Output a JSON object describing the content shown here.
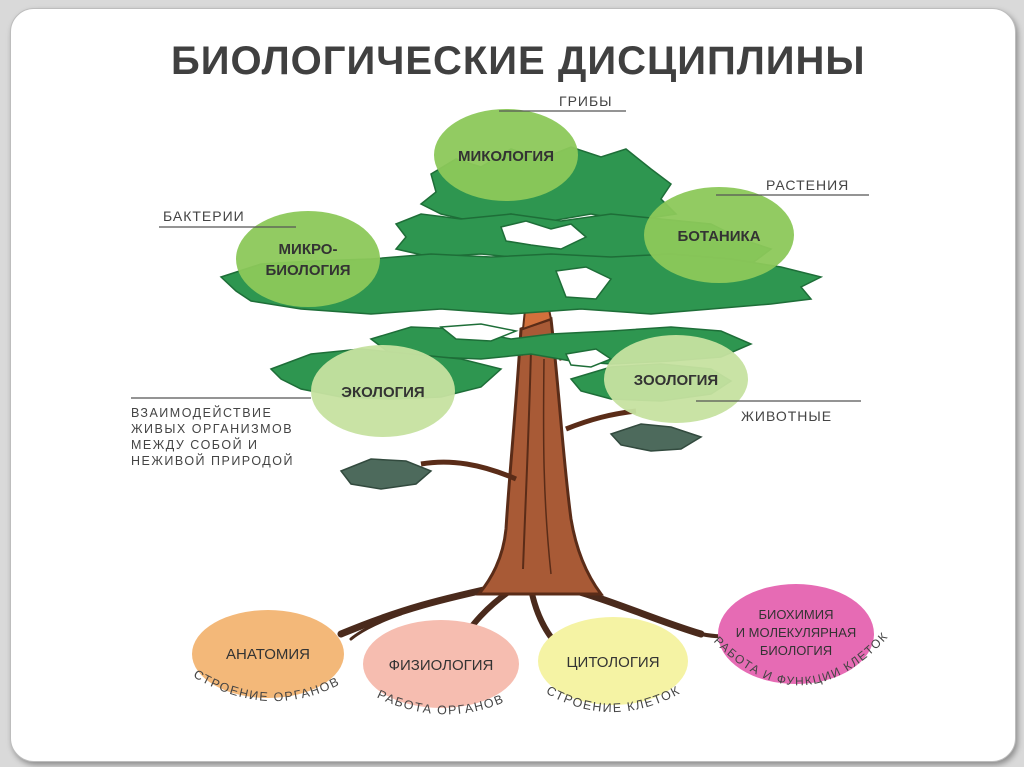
{
  "title": "БИОЛОГИЧЕСКИЕ ДИСЦИПЛИНЫ",
  "colors": {
    "foliage": "#2e9650",
    "foliage_light": "#5fb878",
    "trunk": "#a85a36",
    "trunk_dark": "#5a2c18",
    "bubble_green": "#8cc85a",
    "bubble_pale": "#c6e2a0",
    "anatomy": "#f3b879",
    "physiology": "#f6bdb0",
    "cytology": "#f5f3a4",
    "biochemistry": "#e66bb4",
    "text_dark": "#3a3a3a"
  },
  "branches": {
    "mycology": {
      "name": "МИКОЛОГИЯ",
      "note": "ГРИБЫ"
    },
    "microbiology": {
      "name_line1": "МИКРО-",
      "name_line2": "БИОЛОГИЯ",
      "note": "БАКТЕРИИ"
    },
    "botany": {
      "name": "БОТАНИКА",
      "note": "РАСТЕНИЯ"
    },
    "ecology": {
      "name": "ЭКОЛОГИЯ",
      "note_lines": [
        "ВЗАИМОДЕЙСТВИЕ",
        "ЖИВЫХ ОРГАНИЗМОВ",
        "МЕЖДУ СОБОЙ И",
        "НЕЖИВОЙ ПРИРОДОЙ"
      ]
    },
    "zoology": {
      "name": "ЗООЛОГИЯ",
      "note": "ЖИВОТНЫЕ"
    }
  },
  "roots": {
    "anatomy": {
      "name": "АНАТОМИЯ",
      "note": "СТРОЕНИЕ ОРГАНОВ"
    },
    "physiology": {
      "name": "ФИЗИОЛОГИЯ",
      "note": "РАБОТА ОРГАНОВ"
    },
    "cytology": {
      "name": "ЦИТОЛОГИЯ",
      "note": "СТРОЕНИЕ КЛЕТОК"
    },
    "biochemistry": {
      "name_lines": [
        "БИОХИМИЯ",
        "И МОЛЕКУЛЯРНАЯ",
        "БИОЛОГИЯ"
      ],
      "note": "РАБОТА И ФУНКЦИИ КЛЕТОК"
    }
  }
}
